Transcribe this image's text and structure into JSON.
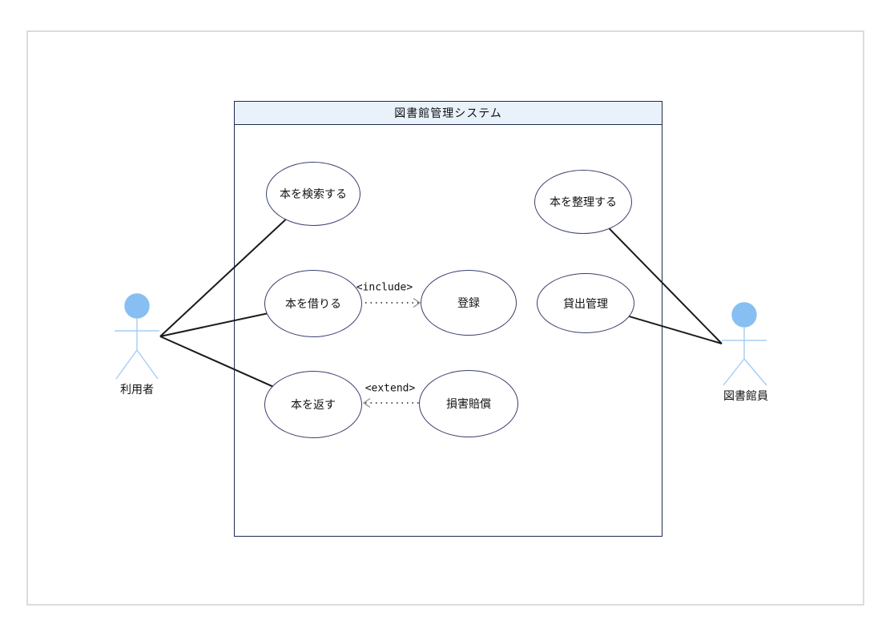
{
  "diagram": {
    "system": {
      "title": "図書館管理システム",
      "header_fill": "#e9f2fb",
      "border_color": "#1f2a50"
    },
    "actors": {
      "left": {
        "name": "利用者"
      },
      "right": {
        "name": "図書館員"
      }
    },
    "use_cases": {
      "search": {
        "label": "本を検索する"
      },
      "borrow": {
        "label": "本を借りる"
      },
      "return": {
        "label": "本を返す"
      },
      "register": {
        "label": "登録"
      },
      "damages": {
        "label": "損害賠償"
      },
      "organize": {
        "label": "本を整理する"
      },
      "lending": {
        "label": "貸出管理"
      }
    },
    "relations": {
      "include": {
        "label": "<include>",
        "from": "本を借りる",
        "to": "登録"
      },
      "extend": {
        "label": "<extend>",
        "from": "損害賠償",
        "to": "本を返す"
      }
    },
    "colors": {
      "ellipse_border": "#39406e",
      "actor_fill": "#87bff2",
      "actor_line": "#a5cdf3",
      "association_line": "#1a1a1a",
      "dotted_line": "#1a1a1a",
      "arrowhead": "#8f8f8f",
      "page_frame": "#dcdcdc"
    }
  }
}
